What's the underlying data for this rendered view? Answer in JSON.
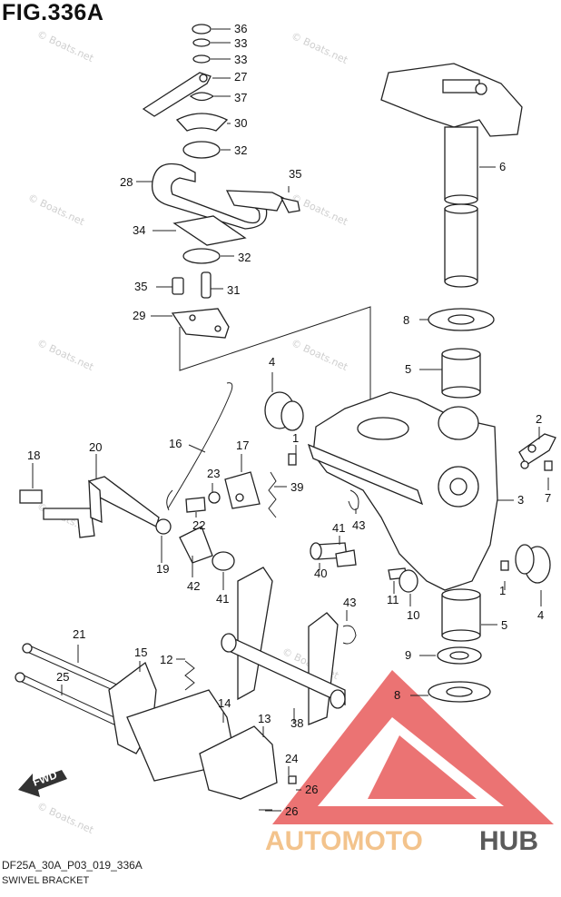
{
  "figure": {
    "title": "FIG.336A",
    "code": "DF25A_30A_P03_019_336A",
    "caption": "SWIVEL BRACKET"
  },
  "callouts": [
    "36",
    "33",
    "33",
    "27",
    "37",
    "30",
    "32",
    "28",
    "35",
    "34",
    "32",
    "35",
    "31",
    "29",
    "6",
    "8",
    "5",
    "4",
    "2",
    "1",
    "7",
    "18",
    "20",
    "16",
    "17",
    "23",
    "39",
    "22",
    "3",
    "43",
    "41",
    "40",
    "19",
    "42",
    "41",
    "11",
    "10",
    "4",
    "1",
    "43",
    "5",
    "21",
    "15",
    "12",
    "9",
    "25",
    "14",
    "38",
    "13",
    "24",
    "8",
    "26",
    "26"
  ],
  "watermark_text": "© Boats.net",
  "logo": {
    "part1": "AUTOMOTO",
    "part2": "HUB"
  },
  "fwd_label": "FWD",
  "colors": {
    "line": "#222222",
    "logo_red": "#e85b5b",
    "logo_orange": "#f3c38c",
    "logo_gray": "#5b5b5b"
  }
}
